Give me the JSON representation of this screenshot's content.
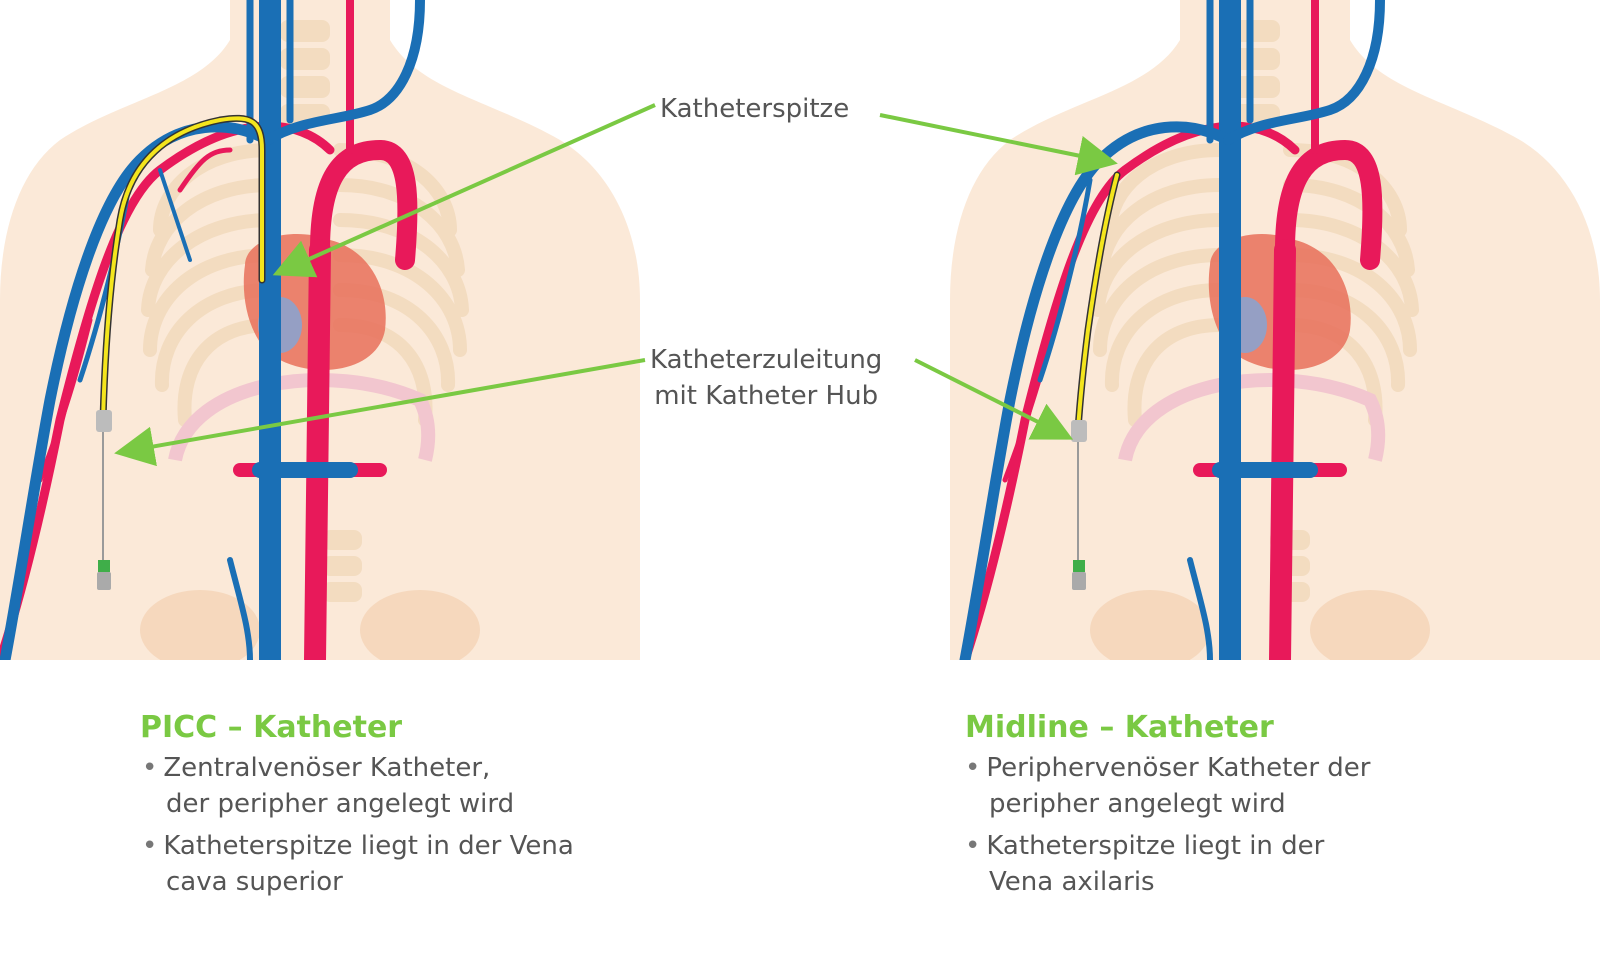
{
  "labels": {
    "tip": "Katheterspitze",
    "line_1": "Katheterzuleitung",
    "line_2": "mit Katheter Hub"
  },
  "panels": [
    {
      "title": "PICC – Katheter",
      "bullets": [
        {
          "line1": "Zentralvenöser Katheter,",
          "line2": "der peripher angelegt wird"
        },
        {
          "line1": "Katheterspitze liegt in der Vena",
          "line2": "cava superior"
        }
      ]
    },
    {
      "title": "Midline – Katheter",
      "bullets": [
        {
          "line1": "Periphervenöser Katheter der",
          "line2": "peripher angelegt wird"
        },
        {
          "line1": "Katheterspitze liegt in der",
          "line2": "Vena axilaris"
        }
      ]
    }
  ],
  "colors": {
    "accent_green": "#7ac943",
    "vein_blue": "#1a6fb5",
    "artery_red": "#e8195a",
    "skin": "#fbe9d8",
    "bone": "#f3dcc0",
    "heart": "#e8705a",
    "catheter_yellow": "#f4e51d",
    "text_gray": "#555555"
  },
  "icons": {
    "bullet": "bullet-dot",
    "arrow": "green-arrow"
  }
}
